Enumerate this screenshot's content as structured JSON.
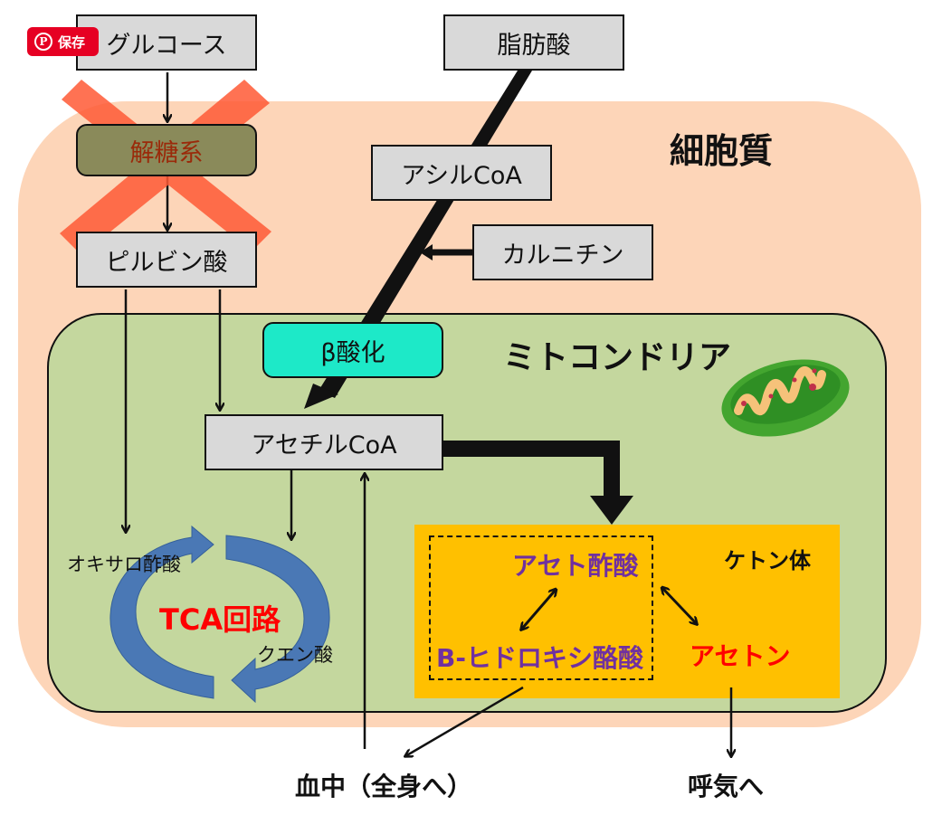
{
  "regions": {
    "cytoplasm_label": "細胞質",
    "mitochondria_label": "ミトコンドリア"
  },
  "nodes": {
    "glucose": "グルコース",
    "glycolysis": "解糖系",
    "pyruvate": "ピルビン酸",
    "fatty_acid": "脂肪酸",
    "acyl_coa": "アシルCoA",
    "carnitine": "カルニチン",
    "beta_oxidation": "β酸化",
    "acetyl_coa": "アセチルCoA",
    "oxaloacetate": "オキサロ酢酸",
    "citrate": "クエン酸",
    "tca_cycle": "TCA回路"
  },
  "ketone_bodies": {
    "title": "ケトン体",
    "acetoacetate": "アセト酢酸",
    "hydroxybutyrate": "B-ヒドロキシ酪酸",
    "acetone": "アセトン"
  },
  "destinations": {
    "blood": "血中（全身へ）",
    "breath": "呼気へ"
  },
  "pinterest": {
    "save_label": "保存",
    "icon": "pinterest-icon"
  },
  "colors": {
    "cytoplasm": "#fdd5b8",
    "mitochondria": "#c4d79e",
    "ketone_box": "#ffc000",
    "enzyme_box": "#1de9c8",
    "node_box": "#d9d9d9",
    "purple_text": "#7030a0",
    "red_text": "#ff0000",
    "cross": "#ff5a36",
    "tca_arrow": "#4a78b5"
  }
}
